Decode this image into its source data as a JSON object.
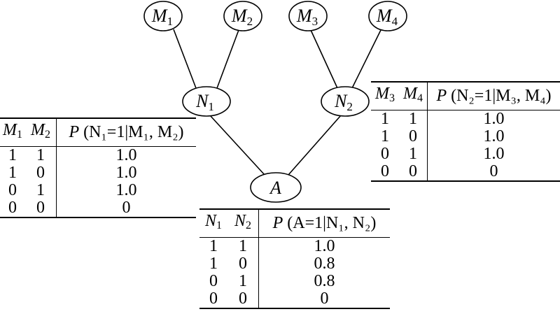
{
  "nodes": {
    "m1": {
      "letter": "M",
      "sub": "1"
    },
    "m2": {
      "letter": "M",
      "sub": "2"
    },
    "m3": {
      "letter": "M",
      "sub": "3"
    },
    "m4": {
      "letter": "M",
      "sub": "4"
    },
    "n1": {
      "letter": "N",
      "sub": "1"
    },
    "n2": {
      "letter": "N",
      "sub": "2"
    },
    "a": {
      "letter": "A",
      "sub": ""
    }
  },
  "edges": [
    [
      "m1",
      "n1"
    ],
    [
      "m2",
      "n1"
    ],
    [
      "m3",
      "n2"
    ],
    [
      "m4",
      "n2"
    ],
    [
      "n1",
      "a"
    ],
    [
      "n2",
      "a"
    ]
  ],
  "tables": {
    "n1_cpt": {
      "headers": [
        {
          "var": "M",
          "sub": "1"
        },
        {
          "var": "M",
          "sub": "2"
        },
        {
          "var": "P",
          "expr": "(N₁=1|M₁, M₂)"
        }
      ],
      "rows": [
        [
          "1",
          "1",
          "1.0"
        ],
        [
          "1",
          "0",
          "1.0"
        ],
        [
          "0",
          "1",
          "1.0"
        ],
        [
          "0",
          "0",
          "0"
        ]
      ]
    },
    "n2_cpt": {
      "headers": [
        {
          "var": "M",
          "sub": "3"
        },
        {
          "var": "M",
          "sub": "4"
        },
        {
          "var": "P",
          "expr": "(N₂=1|M₃, M₄)"
        }
      ],
      "rows": [
        [
          "1",
          "1",
          "1.0"
        ],
        [
          "1",
          "0",
          "1.0"
        ],
        [
          "0",
          "1",
          "1.0"
        ],
        [
          "0",
          "0",
          "0"
        ]
      ]
    },
    "a_cpt": {
      "headers": [
        {
          "var": "N",
          "sub": "1"
        },
        {
          "var": "N",
          "sub": "2"
        },
        {
          "var": "P",
          "expr": "(A=1|N₁, N₂)"
        }
      ],
      "rows": [
        [
          "1",
          "1",
          "1.0"
        ],
        [
          "1",
          "0",
          "0.8"
        ],
        [
          "0",
          "1",
          "0.8"
        ],
        [
          "0",
          "0",
          "0"
        ]
      ]
    }
  }
}
